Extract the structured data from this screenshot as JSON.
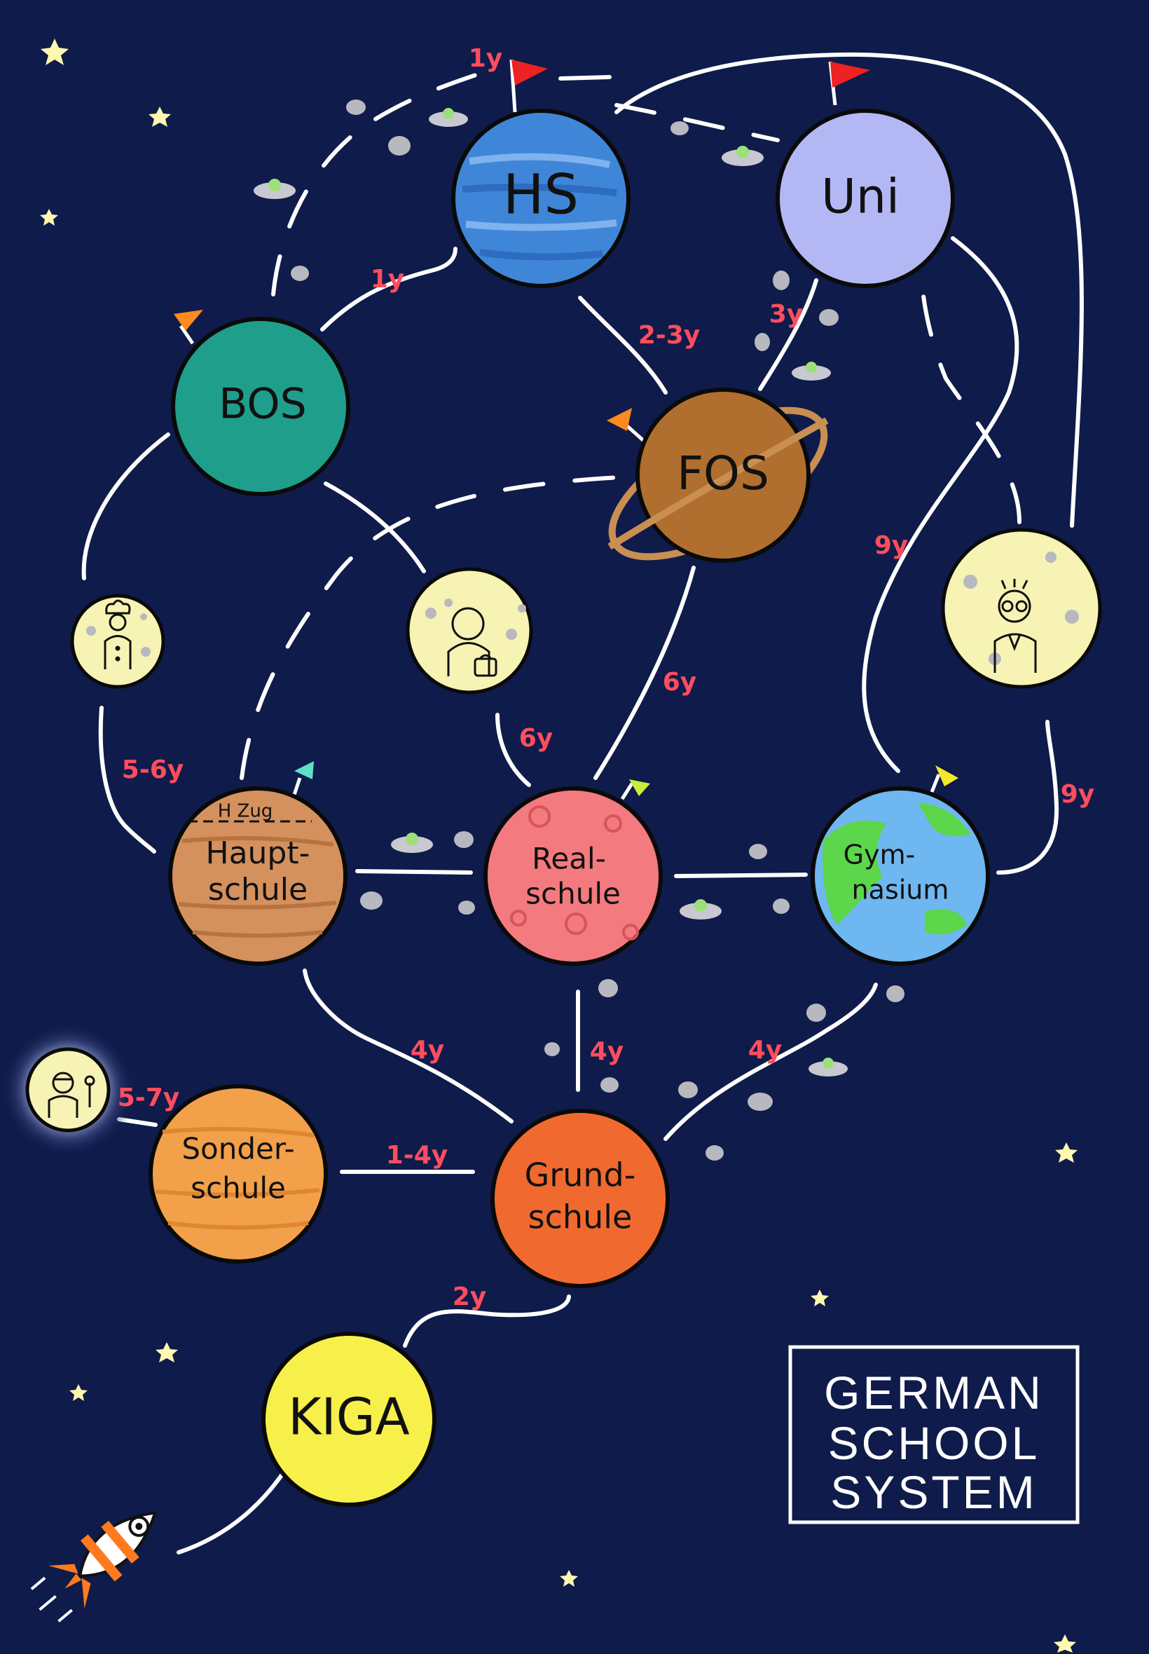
{
  "title": {
    "line1": "GERMAN",
    "line2": "SCHOOL",
    "line3": "SYSTEM"
  },
  "planets": {
    "hs": "HS",
    "uni": "Uni",
    "bos": "BOS",
    "fos": "FOS",
    "hauptschule_line1": "Haupt-",
    "hauptschule_line2": "schule",
    "hauptschule_note": "H Zug",
    "realschule_line1": "Real-",
    "realschule_line2": "schule",
    "gymnasium_line1": "Gym-",
    "gymnasium_line2": "nasium",
    "grundschule_line1": "Grund-",
    "grundschule_line2": "schule",
    "sonderschule_line1": "Sonder-",
    "sonderschule_line2": "schule",
    "kiga": "KIGA"
  },
  "durations": {
    "hs_top": "1y",
    "bos_hs": "1y",
    "hs_fos": "2-3y",
    "fos_uni": "3y",
    "gym_uni_long": "9y",
    "gym_uni_right": "9y",
    "fos_real": "6y",
    "moon_real": "6y",
    "moon_haupt": "5-6y",
    "haupt_grund": "4y",
    "real_grund": "4y",
    "gym_grund": "4y",
    "sonder_moon": "5-7y",
    "sonder_grund": "1-4y",
    "kiga_grund": "2y"
  },
  "icons": [
    "rocket-icon",
    "flag-icon",
    "ufo-icon",
    "asteroid-icon",
    "star-icon",
    "chef-icon",
    "worker-icon",
    "professor-icon",
    "mechanic-icon",
    "saturn-ring-icon"
  ],
  "colors": {
    "background": "#0f1b4a",
    "hs": "#3f86d8",
    "uni": "#b3b8f5",
    "bos": "#1f9e8c",
    "fos": "#b06f2e",
    "hauptschule": "#d4915e",
    "realschule": "#f37a7e",
    "gymnasium": "#6fb7f0",
    "grundschule": "#f06a2f",
    "sonderschule": "#f2a14a",
    "kiga": "#f7f04a",
    "moon": "#f6f3b4",
    "duration_text": "#ff4d5e"
  }
}
